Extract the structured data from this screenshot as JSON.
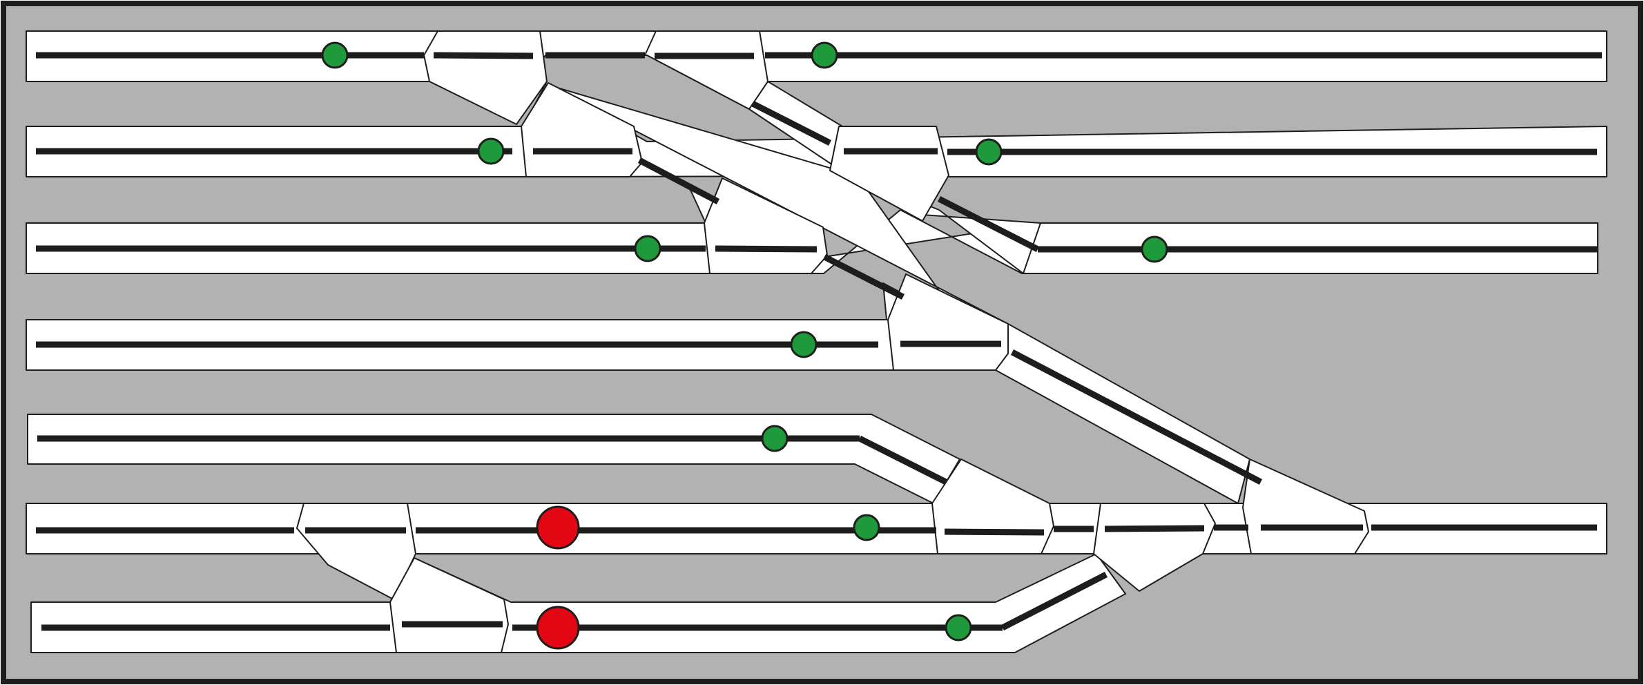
{
  "colors": {
    "background": "#b2b2b2",
    "frame": "#1d1d1b",
    "track_bed": "#ffffff",
    "outline": "#1d1d1b",
    "rail": "#1d1d1b",
    "signal_clear": "#1e9a3c",
    "signal_stop": "#e30613"
  },
  "tracks": [
    {
      "id": "track-1",
      "signals": [
        {
          "aspect": "clear"
        },
        {
          "aspect": "clear"
        }
      ]
    },
    {
      "id": "track-2",
      "signals": [
        {
          "aspect": "clear"
        },
        {
          "aspect": "clear"
        }
      ]
    },
    {
      "id": "track-3",
      "signals": [
        {
          "aspect": "clear"
        },
        {
          "aspect": "clear"
        }
      ]
    },
    {
      "id": "track-4",
      "signals": [
        {
          "aspect": "clear"
        }
      ]
    },
    {
      "id": "track-5",
      "signals": [
        {
          "aspect": "clear"
        }
      ]
    },
    {
      "id": "track-6",
      "signals": [
        {
          "aspect": "stop"
        },
        {
          "aspect": "clear"
        }
      ]
    },
    {
      "id": "track-7",
      "signals": [
        {
          "aspect": "stop"
        },
        {
          "aspect": "clear"
        }
      ]
    }
  ]
}
